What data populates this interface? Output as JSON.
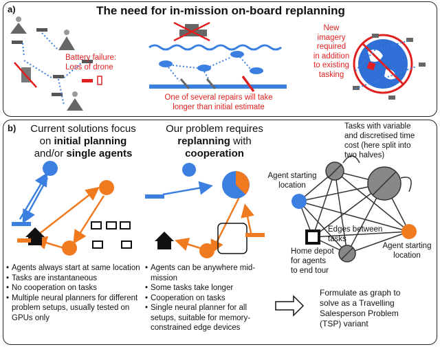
{
  "panel_a": {
    "label": "a)",
    "title": "The need for in-mission on-board replanning",
    "battery_text": [
      "Battery failure:",
      "Loss of drone"
    ],
    "repair_text": [
      "One of several repairs will take",
      "longer than initial estimate"
    ],
    "imagery_text": [
      "New",
      "imagery",
      "required",
      "in addition",
      "to existing",
      "tasking"
    ]
  },
  "panel_b": {
    "label": "b)",
    "current": {
      "heading": [
        "Current solutions focus",
        "on",
        "initial planning",
        "and/or",
        "single agents"
      ],
      "bullets": [
        "Agents always start at same location",
        "Tasks are instantaneous",
        "No cooperation on tasks",
        "Multiple neural planners for different problem setups, usually tested on GPUs only"
      ]
    },
    "ours": {
      "heading": [
        "Our problem requires",
        "replanning",
        "with",
        "cooperation"
      ],
      "bullets": [
        "Agents can be anywhere mid-mission",
        "Some tasks take longer",
        "Cooperation on tasks",
        "Single neural planner for all setups, suitable for memory-constrained edge devices"
      ]
    },
    "graph": {
      "tasks_label": [
        "Tasks with variable",
        "and discretised time",
        "cost (here split into",
        "two halves)"
      ],
      "agent_start_left": [
        "Agent starting",
        "location"
      ],
      "agent_start_right": [
        "Agent starting",
        "location"
      ],
      "edges_label": [
        "Edges between",
        "tasks"
      ],
      "depot_label": [
        "Home depot",
        "for agents",
        "to end tour"
      ],
      "formulate": [
        "Formulate as graph to",
        "solve as a Travelling",
        "Salesperson Problem",
        "(TSP) variant"
      ]
    }
  },
  "colors": {
    "blue": "#3b7fe0",
    "orange": "#f07a20",
    "red": "#e02020",
    "grey": "#8a8a8a"
  }
}
